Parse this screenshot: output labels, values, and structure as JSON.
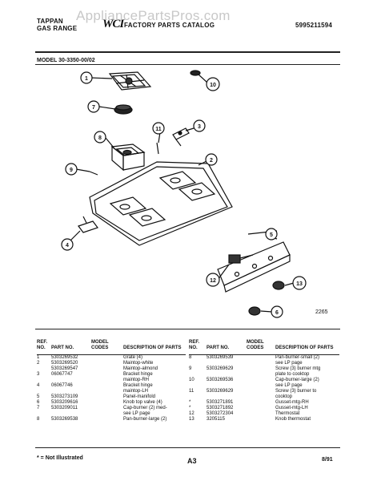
{
  "header": {
    "brand": "TAPPAN",
    "product": "GAS RANGE",
    "logo": "WCI",
    "catalog_title": "FACTORY PARTS CATALOG",
    "watermark": "AppliancePartsPros.com",
    "catalog_number": "5995211594"
  },
  "model_line": "MODEL 30-3350-00/02",
  "diagram": {
    "callouts": [
      "1",
      "2",
      "3",
      "4",
      "5",
      "6",
      "7",
      "8",
      "9",
      "10",
      "11",
      "12",
      "13"
    ],
    "drawing_number": "2265"
  },
  "table": {
    "headers": {
      "ref": "REF. NO.",
      "part": "PART NO.",
      "model_codes": "MODEL CODES",
      "description": "DESCRIPTION OF PARTS"
    },
    "left_rows": [
      {
        "ref": "1",
        "part": "5303269532",
        "model": "",
        "desc": "Grate (4)"
      },
      {
        "ref": "2",
        "part": "5303269520",
        "model": "",
        "desc": "Maintop-white"
      },
      {
        "ref": "",
        "part": "5303269547",
        "model": "",
        "desc": "Maintop-almond"
      },
      {
        "ref": "3",
        "part": "06067747",
        "model": "",
        "desc": "Bracket hinge"
      },
      {
        "ref": "",
        "part": "",
        "model": "",
        "desc": "maintop-RH"
      },
      {
        "ref": "4",
        "part": "06067746",
        "model": "",
        "desc": "Bracket hinge"
      },
      {
        "ref": "",
        "part": "",
        "model": "",
        "desc": "maintop-LH"
      },
      {
        "ref": "5",
        "part": "5303273109",
        "model": "",
        "desc": "Panel-manifold"
      },
      {
        "ref": "6",
        "part": "5303209616",
        "model": "",
        "desc": "Knob top valve (4)"
      },
      {
        "ref": "7",
        "part": "5303209011",
        "model": "",
        "desc": "Cap-burner (2) med-"
      },
      {
        "ref": "",
        "part": "",
        "model": "",
        "desc": "see LP page"
      },
      {
        "ref": "8",
        "part": "5303269538",
        "model": "",
        "desc": "Pan-burner-large (2)"
      }
    ],
    "right_rows": [
      {
        "ref": "8",
        "part": "5303269539",
        "model": "",
        "desc": "Pan-burner-small (2)"
      },
      {
        "ref": "",
        "part": "",
        "model": "",
        "desc": "see LP page"
      },
      {
        "ref": "9",
        "part": "5303269629",
        "model": "",
        "desc": "Screw (3) burner mtg"
      },
      {
        "ref": "",
        "part": "",
        "model": "",
        "desc": "plate to cooktop"
      },
      {
        "ref": "10",
        "part": "5303269536",
        "model": "",
        "desc": "Cap-burner-large (2)"
      },
      {
        "ref": "",
        "part": "",
        "model": "",
        "desc": "see LP page"
      },
      {
        "ref": "11",
        "part": "5303269629",
        "model": "",
        "desc": "Screw (3) burner to"
      },
      {
        "ref": "",
        "part": "",
        "model": "",
        "desc": "cooktop"
      },
      {
        "ref": "*",
        "part": "5303271891",
        "model": "",
        "desc": "Gusset-mtg-RH"
      },
      {
        "ref": "*",
        "part": "5303271892",
        "model": "",
        "desc": "Gusset-mtg-LH"
      },
      {
        "ref": "12",
        "part": "5303272304",
        "model": "",
        "desc": "Thermostat"
      },
      {
        "ref": "13",
        "part": "3205115",
        "model": "",
        "desc": "Knob thermostat"
      }
    ]
  },
  "footer": {
    "note": "* = Not Illustrated",
    "page": "A3",
    "date": "8/91"
  }
}
